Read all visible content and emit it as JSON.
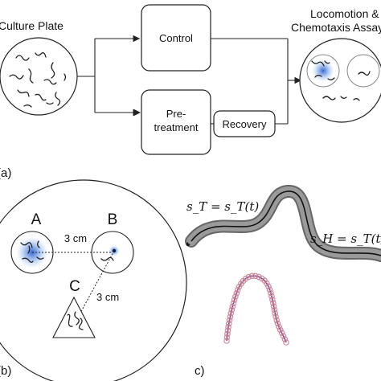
{
  "panel_a": {
    "culture_plate": "Culture Plate",
    "control": "Control",
    "pretreatment_line1": "Pre-",
    "pretreatment_line2": "treatment",
    "recovery": "Recovery",
    "assay_line1": "Locomotion &",
    "assay_line2": "Chemotaxis Assay",
    "label": "(a)"
  },
  "panel_b": {
    "label_a": "A",
    "label_b": "B",
    "label_c": "C",
    "dist_ab": "3 cm",
    "dist_bc": "3 cm",
    "label": "(b)"
  },
  "panel_c": {
    "tail_eq": "s_T = s_T(t)",
    "head_eq": "s_H = s_T(t) +",
    "label": "c)"
  },
  "colors": {
    "attractant_blue": "#3b6fd0",
    "worm_gray": "#9a9a9a",
    "spline_pink": "#d48a9a",
    "spline_purple": "#5a3c8c"
  }
}
